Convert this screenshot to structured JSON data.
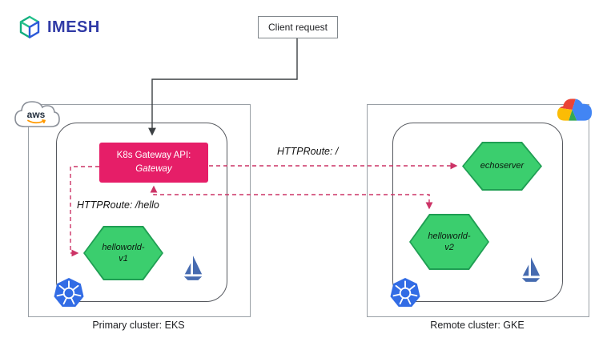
{
  "logo": {
    "text": "IMESH"
  },
  "client": {
    "label": "Client request"
  },
  "gateway": {
    "title": "K8s Gateway API:",
    "subtitle": "Gateway"
  },
  "routes": {
    "root_label": "HTTPRoute: /",
    "hello_label": "HTTPRoute: /hello"
  },
  "clusters": {
    "primary": {
      "label": "Primary cluster: EKS",
      "aws_logo_text": "aws",
      "workloads": [
        {
          "lines": [
            "helloworld-",
            "v1"
          ]
        }
      ]
    },
    "remote": {
      "label": "Remote cluster: GKE",
      "workloads": [
        {
          "lines": [
            "echoserver"
          ]
        },
        {
          "lines": [
            "helloworld-",
            "v2"
          ]
        }
      ]
    }
  },
  "colors": {
    "gateway_box": "#E61E68",
    "workload_green": "#3BCE6E",
    "route_dash": "#CC3366",
    "kubernetes_blue": "#326CE5",
    "istio_blue": "#466BB0",
    "aws_orange": "#FF9900",
    "logo_blue": "#303AA6"
  }
}
